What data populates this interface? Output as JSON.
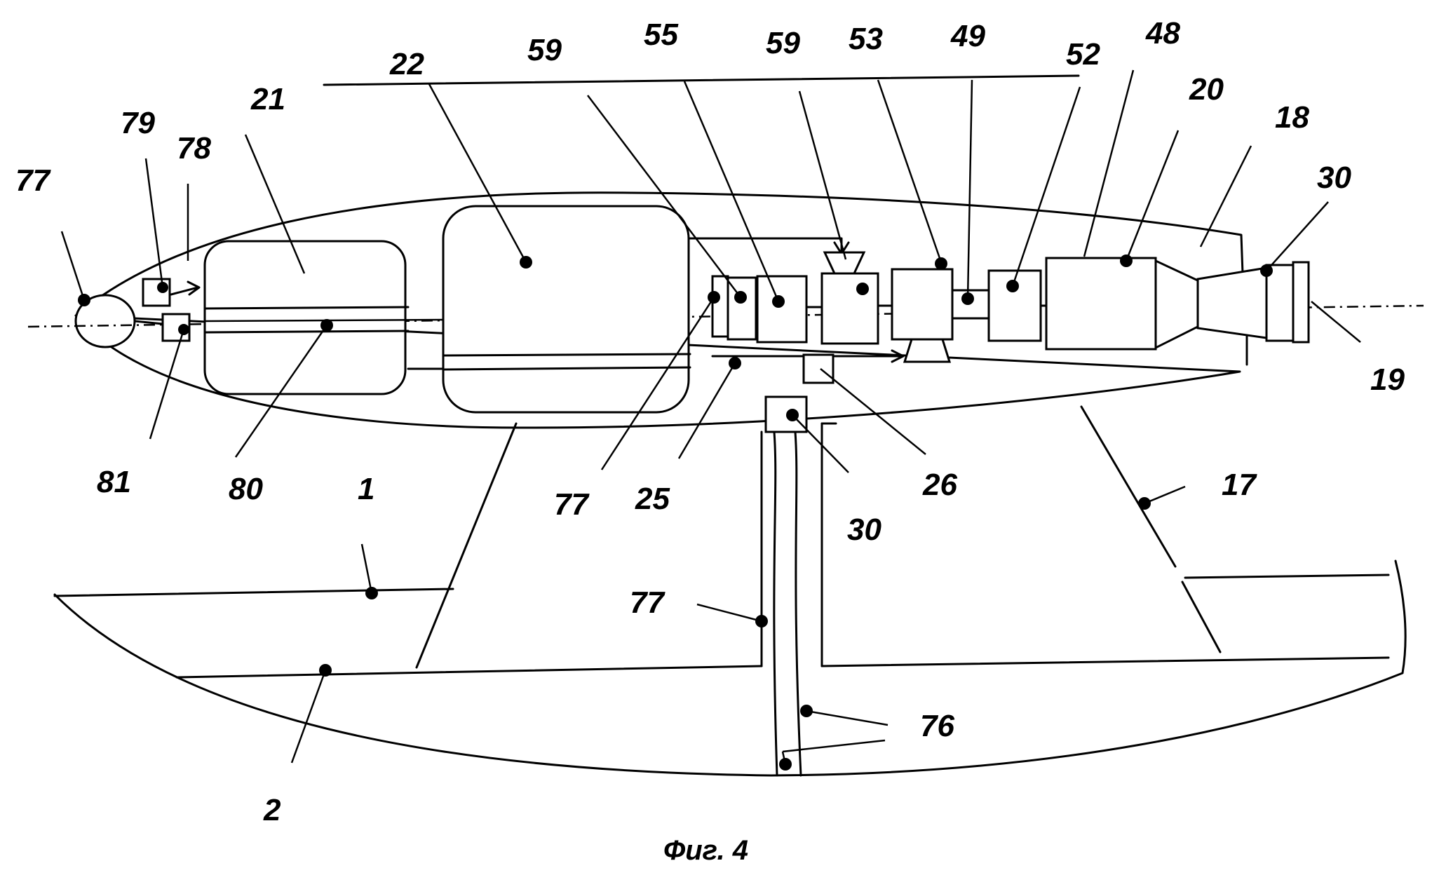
{
  "caption": "Фиг. 4",
  "labels": {
    "l77_left": "77",
    "l79": "79",
    "l78": "78",
    "l21": "21",
    "l22": "22",
    "l59_a": "59",
    "l55": "55",
    "l59_b": "59",
    "l53": "53",
    "l49": "49",
    "l52": "52",
    "l48": "48",
    "l20": "20",
    "l18": "18",
    "l30_right": "30",
    "l19": "19",
    "l81": "81",
    "l80": "80",
    "l1": "1",
    "l77_mid": "77",
    "l25": "25",
    "l26": "26",
    "l30_mid": "30",
    "l17": "17",
    "l77_low": "77",
    "l76": "76",
    "l2": "2"
  }
}
